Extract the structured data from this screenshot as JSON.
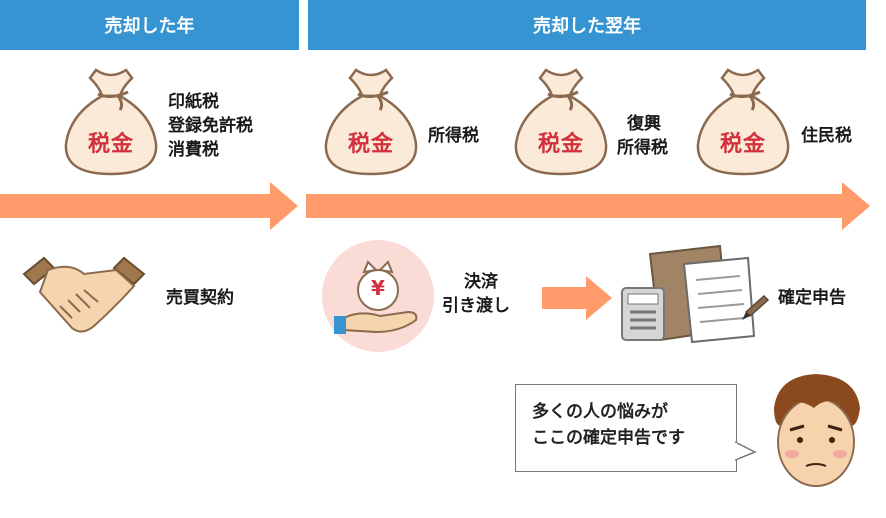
{
  "headers": {
    "year_of_sale": "売却した年",
    "next_year": "売却した翌年"
  },
  "colors": {
    "header_blue": "#3594d1",
    "arrow_orange": "#ff9b6a",
    "bag_fill": "#fbead8",
    "bag_outline": "#8b6a4f",
    "bag_text": "#d0313c"
  },
  "bags": {
    "text": "税金"
  },
  "taxes": {
    "year_of_sale": [
      "印紙税",
      "登録免許税",
      "消費税"
    ],
    "income_tax": "所得税",
    "reconstruction_tax": [
      "復興",
      "所得税"
    ],
    "resident_tax": "住民税"
  },
  "events": {
    "contract": "売買契約",
    "settlement": [
      "決済",
      "引き渡し"
    ],
    "tax_return": "確定申告",
    "yen_symbol": "¥"
  },
  "speech": {
    "lines": [
      "多くの人の悩みが",
      "ここの確定申告です"
    ]
  },
  "icons": [
    "money-bag-icon",
    "handshake-icon",
    "hand-money-icon",
    "documents-icon",
    "calculator-icon",
    "pencil-icon",
    "person-avatar-icon"
  ]
}
